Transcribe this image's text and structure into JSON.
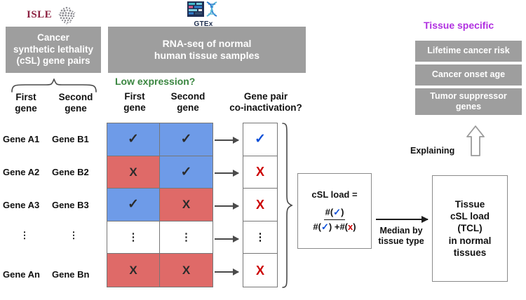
{
  "figure": {
    "type": "workflow-diagram",
    "title": "cSL load / Tissue cSL load (TCL) computation workflow"
  },
  "logos": {
    "isle": {
      "word": "ISLE",
      "icon": "isle-cluster-icon"
    },
    "gtex": {
      "word": "GTEx",
      "icon": "gtex-dna-icon"
    }
  },
  "boxes": {
    "cancer_pairs": "Cancer\nsynthetic lethality\n(cSL) gene pairs",
    "cancer_pairs_lines": [
      "Cancer",
      "synthetic lethality",
      "(cSL) gene pairs"
    ],
    "rnaseq": "RNA-seq of normal\nhuman tissue samples",
    "rnaseq_lines": [
      "RNA-seq of normal",
      "human tissue samples"
    ],
    "tcl": "Tissue\ncSL load\n(TCL)\nin normal\ntissues",
    "tcl_lines": [
      "Tissue",
      "cSL load",
      "(TCL)",
      "in normal",
      "tissues"
    ]
  },
  "captions": {
    "low_expression": "Low expression?",
    "tissue_specific": "Tissue specific",
    "gene_pair_coinactivation": "Gene pair\nco-inactivation?",
    "gene_pair_coinactivation_lines": [
      "Gene pair",
      "co-inactivation?"
    ],
    "explaining": "Explaining",
    "median_by_tissue": "Median by\ntissue type",
    "median_by_tissue_lines": [
      "Median by",
      "tissue type"
    ]
  },
  "headers": {
    "pairs_first": "First\ngene",
    "pairs_first_lines": [
      "First",
      "gene"
    ],
    "pairs_second": "Second\ngene",
    "pairs_second_lines": [
      "Second",
      "gene"
    ],
    "expr_first": "First\ngene",
    "expr_first_lines": [
      "First",
      "gene"
    ],
    "expr_second": "Second\ngene",
    "expr_second_lines": [
      "Second",
      "gene"
    ]
  },
  "gene_pairs": [
    {
      "first": "Gene A1",
      "second": "Gene B1"
    },
    {
      "first": "Gene A2",
      "second": "Gene B2"
    },
    {
      "first": "Gene A3",
      "second": "Gene B3"
    },
    {
      "first": "⋮",
      "second": "⋮"
    },
    {
      "first": "Gene An",
      "second": "Gene Bn"
    }
  ],
  "expression_grid": {
    "legend": {
      "check": "✓",
      "cross": "X",
      "ellipsis": "⋮"
    },
    "rows": [
      {
        "first": {
          "mark": "✓",
          "state": "low",
          "color": "#6e9be8"
        },
        "second": {
          "mark": "✓",
          "state": "low",
          "color": "#6e9be8"
        }
      },
      {
        "first": {
          "mark": "X",
          "state": "not-low",
          "color": "#df6a68"
        },
        "second": {
          "mark": "✓",
          "state": "low",
          "color": "#6e9be8"
        }
      },
      {
        "first": {
          "mark": "✓",
          "state": "low",
          "color": "#6e9be8"
        },
        "second": {
          "mark": "X",
          "state": "not-low",
          "color": "#df6a68"
        }
      },
      {
        "first": {
          "mark": "⋮",
          "state": "ellipsis",
          "color": "#ffffff"
        },
        "second": {
          "mark": "⋮",
          "state": "ellipsis",
          "color": "#ffffff"
        }
      },
      {
        "first": {
          "mark": "X",
          "state": "not-low",
          "color": "#df6a68"
        },
        "second": {
          "mark": "X",
          "state": "not-low",
          "color": "#df6a68"
        }
      }
    ]
  },
  "coinactivation_results": [
    {
      "mark": "✓",
      "state": "co-inactivated",
      "color": "#0b4fd8"
    },
    {
      "mark": "X",
      "state": "not-co-inactivated",
      "color": "#cc0000"
    },
    {
      "mark": "X",
      "state": "not-co-inactivated",
      "color": "#cc0000"
    },
    {
      "mark": "⋮",
      "state": "ellipsis",
      "color": "#111111"
    },
    {
      "mark": "X",
      "state": "not-co-inactivated",
      "color": "#cc0000"
    }
  ],
  "formula": {
    "title": "cSL load =",
    "numerator_prefix": "#(",
    "numerator_symbol": "✓",
    "numerator_suffix": ")",
    "denominator_left_prefix": "#(",
    "denominator_left_symbol": "✓",
    "denominator_left_suffix": ")",
    "denominator_operator": "+",
    "denominator_right_prefix": "#(",
    "denominator_right_symbol": "x",
    "denominator_right_suffix": ")",
    "plain": "cSL load = #(✓) / ( #(✓) + #(x) )"
  },
  "outcomes": [
    "Lifetime cancer risk",
    "Cancer onset age",
    "Tumor suppressor genes"
  ],
  "outcome_lines": {
    "tumor_a": "Tumor suppressor",
    "tumor_b": "genes"
  },
  "colors": {
    "gray_box": "#9e9e9e",
    "low_expression_blue": "#6e9be8",
    "not_low_red": "#df6a68",
    "result_check_blue": "#0b4fd8",
    "result_cross_red": "#cc0000",
    "green_caption": "#3a8640",
    "magenta_caption": "#b030e0",
    "isle_maroon": "#8c2040",
    "background": "#ffffff"
  }
}
